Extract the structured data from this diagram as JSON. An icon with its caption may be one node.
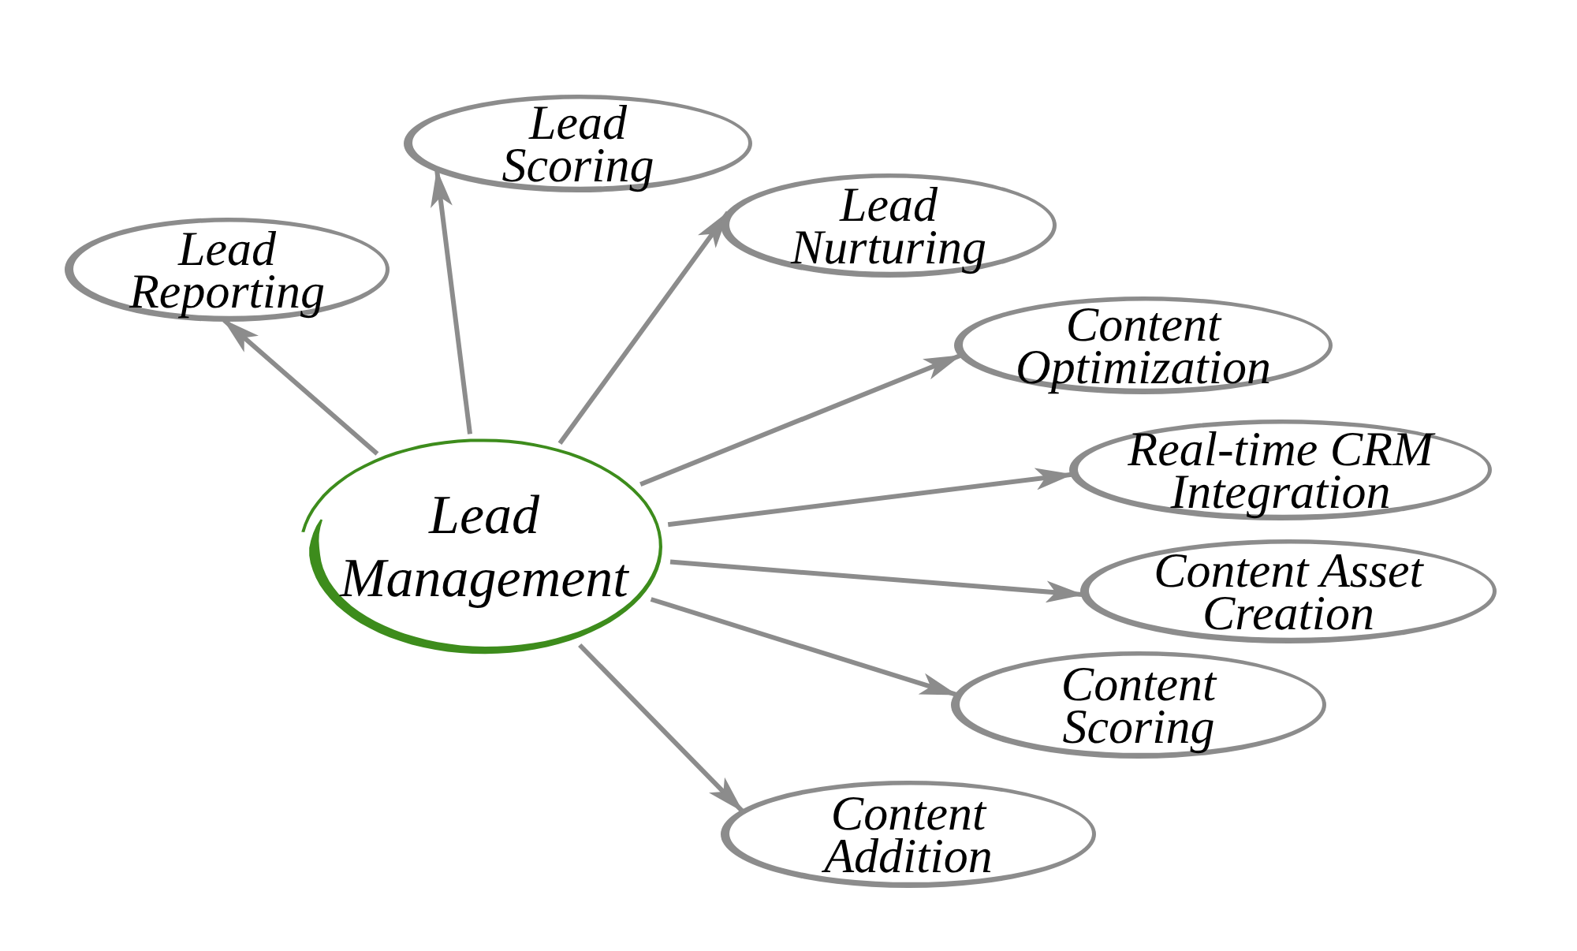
{
  "diagram": {
    "nodes": [
      {
        "text": [
          "Lead Management"
        ]
      },
      {
        "text": [
          "Lead Reporting"
        ]
      },
      {
        "text": [
          "Lead Scoring"
        ]
      },
      {
        "text": [
          "Lead Nurturing"
        ]
      },
      {
        "text": [
          "Content Optimization"
        ]
      },
      {
        "text": [
          "Real-time CRM Integration"
        ]
      },
      {
        "text": [
          "Content Asset Creation"
        ]
      },
      {
        "text": [
          "Content Scoring"
        ]
      },
      {
        "text": [
          "Content Addition"
        ]
      }
    ],
    "edges": [
      {
        "from": 0,
        "to": 1,
        "arrow": "to"
      },
      {
        "from": 0,
        "to": 2,
        "arrow": "to"
      },
      {
        "from": 0,
        "to": 3,
        "arrow": "to"
      },
      {
        "from": 0,
        "to": 4,
        "arrow": "to"
      },
      {
        "from": 0,
        "to": 5,
        "arrow": "to"
      },
      {
        "from": 0,
        "to": 6,
        "arrow": "to"
      },
      {
        "from": 0,
        "to": 7,
        "arrow": "to"
      },
      {
        "from": 0,
        "to": 8,
        "arrow": "to"
      }
    ]
  }
}
